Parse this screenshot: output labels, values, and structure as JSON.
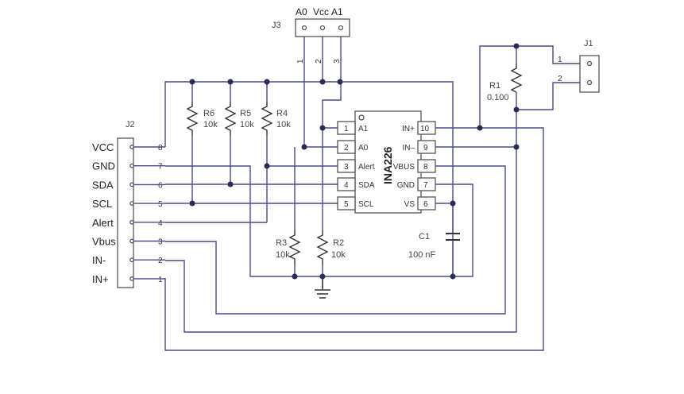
{
  "connectors": {
    "j2": {
      "ref": "J2",
      "signals": [
        "VCC",
        "GND",
        "SDA",
        "SCL",
        "Alert",
        "Vbus",
        "IN-",
        "IN+"
      ],
      "pins": [
        "8",
        "7",
        "6",
        "5",
        "4",
        "3",
        "2",
        "1"
      ]
    },
    "j3": {
      "ref": "J3",
      "labels": [
        "A0",
        "Vcc",
        "A1"
      ],
      "pins": [
        "1",
        "2",
        "3"
      ]
    },
    "j1": {
      "ref": "J1",
      "pins": [
        "1",
        "2"
      ]
    }
  },
  "ic": {
    "name": "INA226",
    "left_pins": [
      {
        "num": "1",
        "name": "A1"
      },
      {
        "num": "2",
        "name": "A0"
      },
      {
        "num": "3",
        "name": "Alert"
      },
      {
        "num": "4",
        "name": "SDA"
      },
      {
        "num": "5",
        "name": "SCL"
      }
    ],
    "right_pins": [
      {
        "num": "10",
        "name": "IN+"
      },
      {
        "num": "9",
        "name": "IN–"
      },
      {
        "num": "8",
        "name": "VBUS"
      },
      {
        "num": "7",
        "name": "GND"
      },
      {
        "num": "6",
        "name": "VS"
      }
    ]
  },
  "resistors": {
    "r6": {
      "ref": "R6",
      "value": "10k"
    },
    "r5": {
      "ref": "R5",
      "value": "10k"
    },
    "r4": {
      "ref": "R4",
      "value": "10k"
    },
    "r3": {
      "ref": "R3",
      "value": "10k"
    },
    "r2": {
      "ref": "R2",
      "value": "10k"
    },
    "r1": {
      "ref": "R1",
      "value": "0.100"
    }
  },
  "capacitor": {
    "ref": "C1",
    "value": "100 nF"
  },
  "colors": {
    "wire": "#4a4a8c",
    "junction": "#2a2a55",
    "component": "#555555"
  }
}
